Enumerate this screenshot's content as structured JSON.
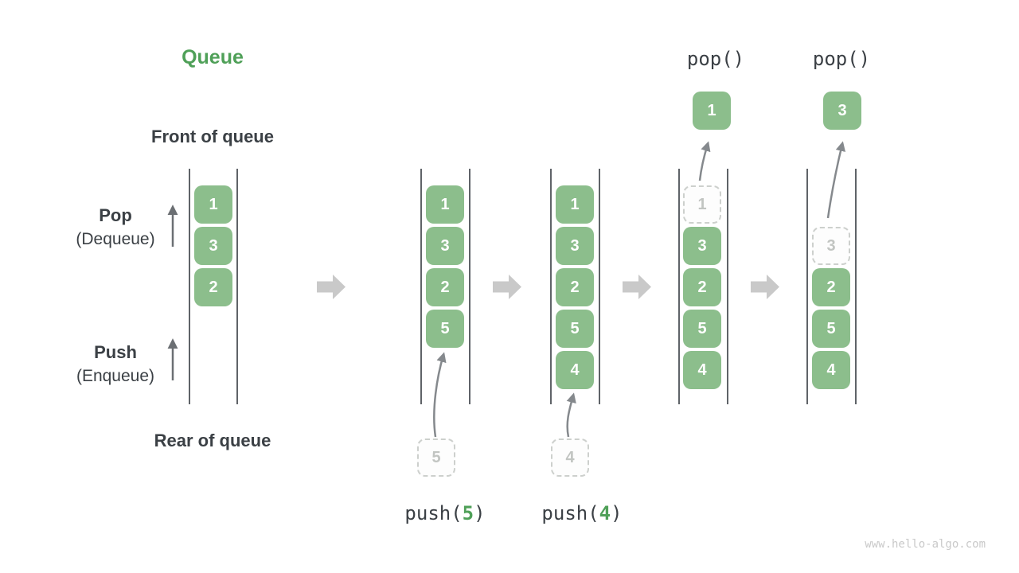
{
  "title": "Queue",
  "labels": {
    "front": "Front of queue",
    "rear": "Rear of queue",
    "pop": "Pop",
    "pop_sub": "(Dequeue)",
    "push": "Push",
    "push_sub": "(Enqueue)"
  },
  "operations": {
    "pop": "pop()",
    "push_fn": "push(",
    "paren_close": ")",
    "push_args": [
      "5",
      "4"
    ]
  },
  "queue_states": {
    "columns": [
      {
        "cells": [
          "1",
          "3",
          "2"
        ]
      },
      {
        "cells": [
          "1",
          "3",
          "2",
          "5"
        ],
        "staged": "5"
      },
      {
        "cells": [
          "1",
          "3",
          "2",
          "5",
          "4"
        ],
        "staged": "4"
      },
      {
        "ghost": "1",
        "cells": [
          "3",
          "2",
          "5",
          "4"
        ],
        "popped": "1"
      },
      {
        "ghost": "3",
        "cells": [
          "2",
          "5",
          "4"
        ],
        "popped": "3"
      }
    ]
  },
  "watermark": "www.hello-algo.com",
  "colors": {
    "box_green": "#8CBE8C",
    "accent_green": "#4FA058",
    "text_dark": "#3B4045",
    "block_arrow_gray": "#C9C9C9",
    "ghost_gray": "#C2C5C2"
  }
}
